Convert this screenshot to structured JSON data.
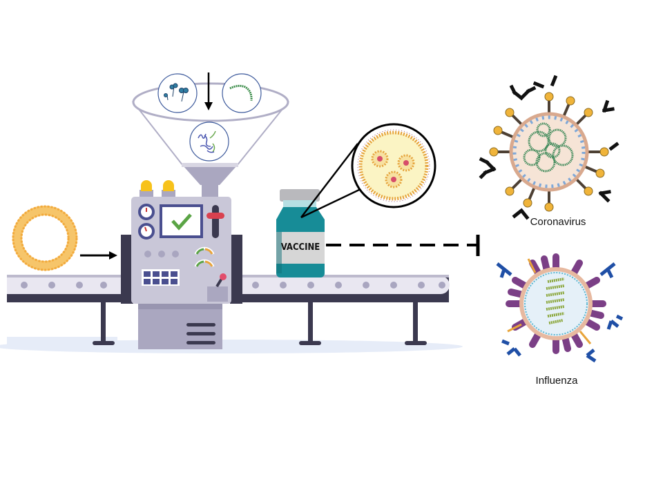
{
  "vial": {
    "label": "VACCINE"
  },
  "viruses": [
    {
      "name": "Coronavirus"
    },
    {
      "name": "Influenza"
    }
  ],
  "colors": {
    "liposome": "#f2a93b",
    "vial_teal": "#178c97",
    "machine_body": "#c9c7d8",
    "machine_dark": "#3b394f",
    "belt": "#e9e7f1",
    "corona_antibody": "#111111",
    "flu_antibody": "#1f4fa6",
    "flu_spike": "#7b3f86"
  }
}
